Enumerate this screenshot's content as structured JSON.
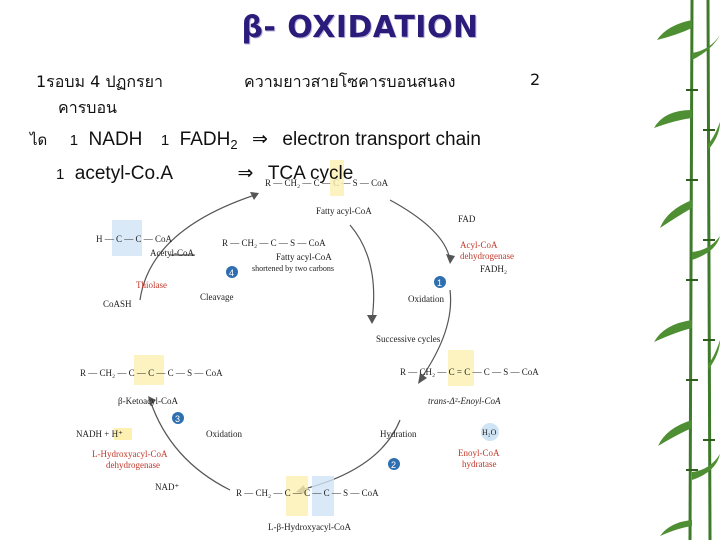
{
  "title": "β- OXIDATION",
  "line1": {
    "part_a": "1รอบม  4 ปฏกรยา",
    "part_a2": "คารบอน",
    "part_b": "ความยาวสายโซคารบอนสนลง",
    "part_c": "2"
  },
  "line2": {
    "prefix": "ได",
    "n1": "1",
    "nadh": "NADH",
    "n2": "1",
    "fadh": "FADH",
    "fadh_sub": "2",
    "arrow": "⇒",
    "result": "electron  transport  chain"
  },
  "line3": {
    "n1": "1",
    "acetyl": "acetyl-Co.A",
    "arrow": "⇒",
    "result": "TCA  cycle"
  },
  "diagram": {
    "fatty_acyl": "Fatty acyl-CoA",
    "fad": "FAD",
    "acyl_deh": "Acyl-CoA",
    "acyl_deh2": "dehydrogenase",
    "fadh2": "FADH₂",
    "oxidation1": "Oxidation",
    "successive": "Successive cycles",
    "acetyl": "Acetyl-CoA",
    "thiolase": "Thiolase",
    "cleavage": "Cleavage",
    "coash": "CoASH",
    "fatty_short": "Fatty acyl-CoA",
    "shortened": "shortened by two carbons",
    "ketoacyl": "β-Ketoacyl-CoA",
    "enoyl": "trans-Δ²-Enoyl-CoA",
    "nadh": "NADH + H⁺",
    "oxidation2": "Oxidation",
    "hydration": "Hydration",
    "h2o": "H₂O",
    "hydroxy_deh": "L-Hydroxyacyl-CoA",
    "hydroxy_deh2": "dehydrogenase",
    "enoyl_hyd": "Enoyl-CoA",
    "enoyl_hyd2": "hydratase",
    "nad": "NAD⁺",
    "hydroxyacyl": "L-β-Hydroxyacyl-CoA",
    "step1": "1",
    "step2": "2",
    "step3": "3",
    "step4": "4"
  },
  "colors": {
    "title": "#2b1c7c",
    "enzyme": "#c0392b",
    "highlight_yellow": "#fdf0b0",
    "highlight_blue": "#cfe4f5",
    "step_badge": "#2f6fb0"
  }
}
